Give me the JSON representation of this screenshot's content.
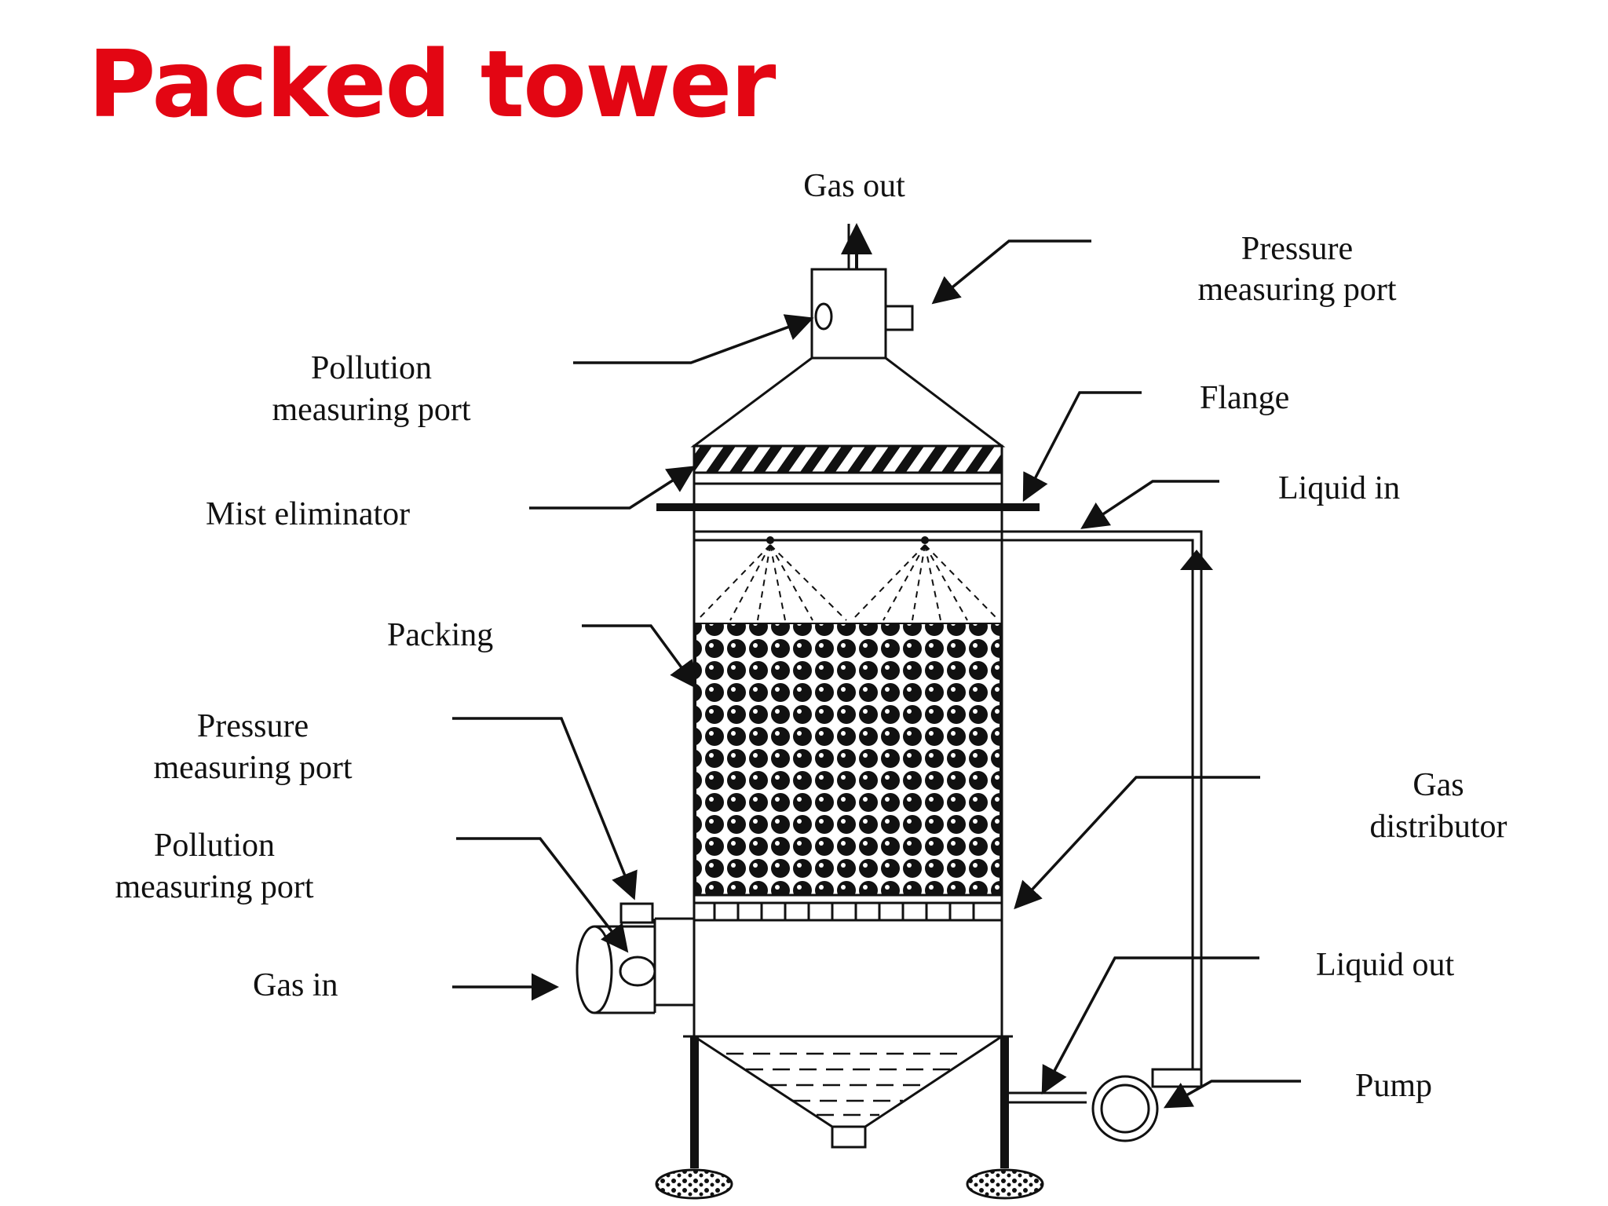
{
  "title": "Packed tower",
  "labels": {
    "gas_out": "Gas out",
    "pressure_port_top_1": "Pressure",
    "pressure_port_top_2": "measuring port",
    "pollution_port_top_1": "Pollution",
    "pollution_port_top_2": "measuring port",
    "flange": "Flange",
    "mist_eliminator": "Mist eliminator",
    "liquid_in": "Liquid in",
    "packing": "Packing",
    "pressure_port_bottom_1": "Pressure",
    "pressure_port_bottom_2": "measuring port",
    "gas_distributor_1": "Gas",
    "gas_distributor_2": "distributor",
    "pollution_port_bottom_1": "Pollution",
    "pollution_port_bottom_2": "measuring port",
    "gas_in": "Gas in",
    "liquid_out": "Liquid out",
    "pump": "Pump"
  },
  "colors": {
    "title": "#e30613",
    "line": "#111111"
  }
}
